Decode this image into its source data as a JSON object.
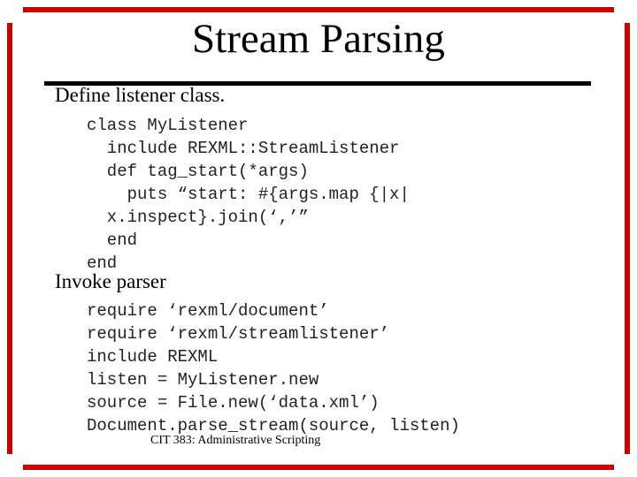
{
  "slide": {
    "title": "Stream Parsing",
    "sections": [
      {
        "heading": "Define listener class.",
        "code_lines": [
          "class MyListener",
          "  include REXML::StreamListener",
          "  def tag_start(*args)",
          "    puts “start: #{args.map {|x|",
          "  x.inspect}.join(‘,’”",
          "  end",
          "end"
        ]
      },
      {
        "heading": "Invoke parser",
        "code_lines": [
          "require ‘rexml/document’",
          "require ‘rexml/streamlistener’",
          "include REXML",
          "listen = MyListener.new",
          "source = File.new(‘data.xml’)",
          "Document.parse_stream(source, listen)"
        ]
      }
    ],
    "footer": "CIT 383: Administrative Scripting"
  },
  "colors": {
    "border": "#cc0000",
    "rule": "#000000",
    "text": "#000000",
    "code_text": "#222222",
    "background": "#ffffff"
  }
}
